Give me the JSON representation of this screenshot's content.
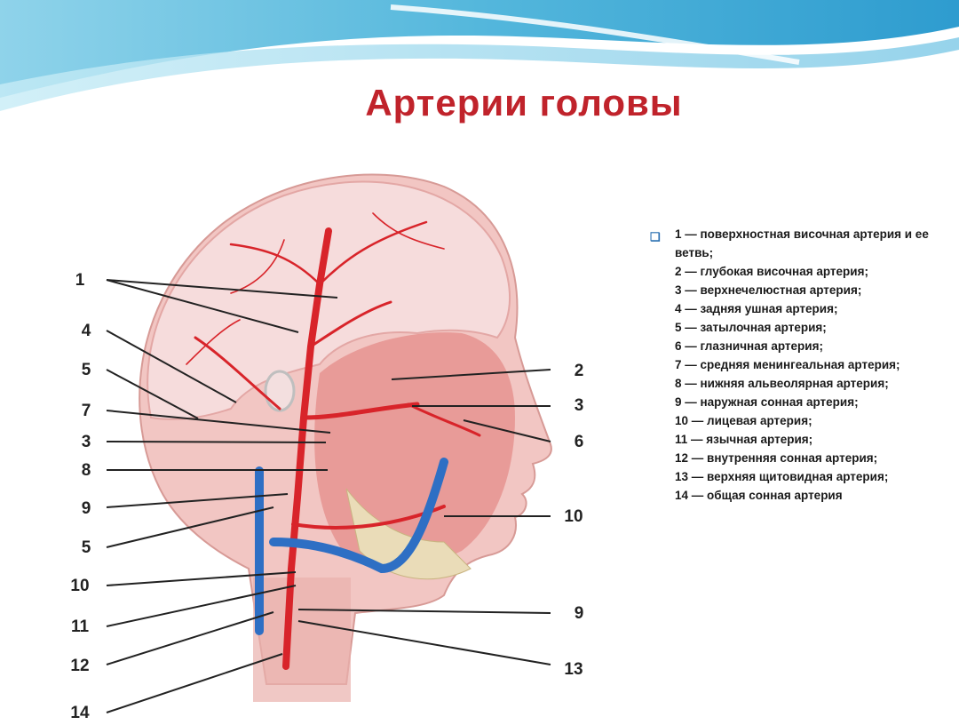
{
  "title": "Артерии головы",
  "colors": {
    "title": "#c0232b",
    "artery": "#d8242a",
    "vein": "#2e6fc4",
    "bullet": "#2a6fb2"
  },
  "figure": {
    "callouts": {
      "left": [
        "1",
        "4",
        "5",
        "7",
        "3",
        "8",
        "9",
        "5",
        "10",
        "11",
        "12",
        "14"
      ],
      "right": [
        "2",
        "3",
        "6",
        "10",
        "9",
        "13"
      ]
    }
  },
  "legend": {
    "bullet_icon": "checkbox-bullet-icon",
    "items": [
      "1 — поверхностная височная артерия и ее ветвь;",
      "2 — глубокая височная артерия;",
      "3 — верхнечелюстная артерия;",
      "4 — задняя ушная артерия;",
      "5 — затылочная артерия;",
      "6 — глазничная артерия;",
      "7 — средняя менингеальная артерия;",
      "8 — нижняя альвеолярная артерия;",
      "9 — наружная сонная артерия;",
      "10 — лицевая артерия;",
      "11 — язычная артерия;",
      "12 — внутренняя сонная артерия;",
      "13 — верхняя щитовидная артерия;",
      "14 — общая сонная артерия"
    ]
  }
}
